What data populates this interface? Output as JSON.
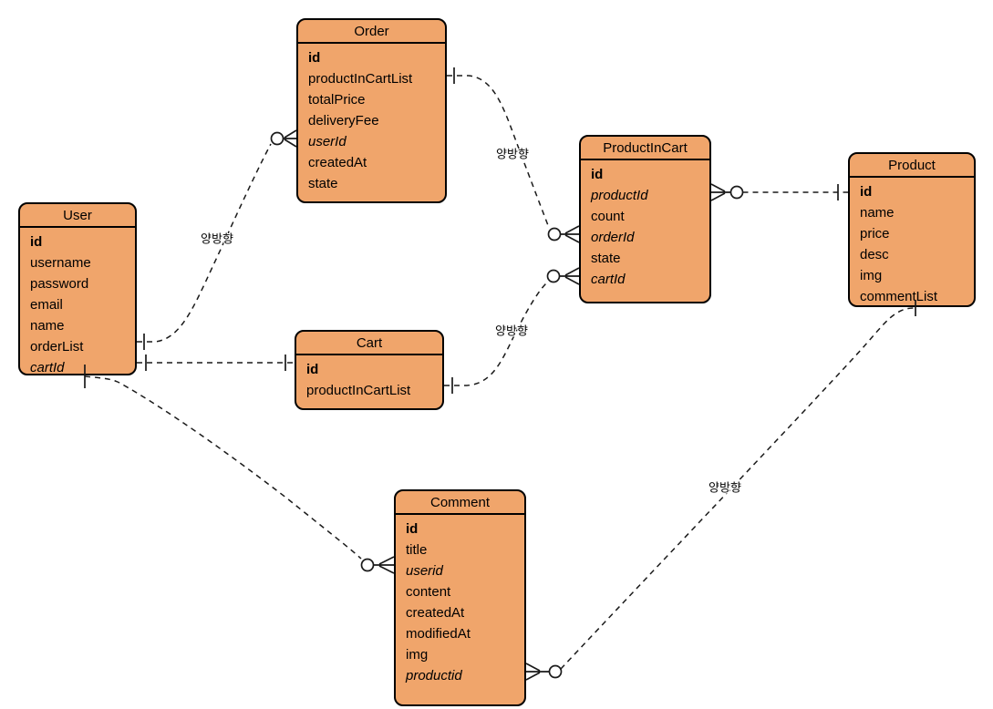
{
  "diagram": {
    "type": "entity-relationship-diagram",
    "background_color": "#ffffff",
    "entity_fill_color": "#F0A56B",
    "entity_border_color": "#000000",
    "line_color": "#1a1a1a"
  },
  "entities": {
    "order": {
      "title": "Order",
      "fields": [
        {
          "name": "id",
          "role": "pk"
        },
        {
          "name": "productInCartList",
          "role": "attr"
        },
        {
          "name": "totalPrice",
          "role": "attr"
        },
        {
          "name": "deliveryFee",
          "role": "attr"
        },
        {
          "name": "userId",
          "role": "fk"
        },
        {
          "name": "createdAt",
          "role": "attr"
        },
        {
          "name": "state",
          "role": "attr"
        }
      ]
    },
    "user": {
      "title": "User",
      "fields": [
        {
          "name": "id",
          "role": "pk"
        },
        {
          "name": "username",
          "role": "attr"
        },
        {
          "name": "password",
          "role": "attr"
        },
        {
          "name": "email",
          "role": "attr"
        },
        {
          "name": "name",
          "role": "attr"
        },
        {
          "name": "orderList",
          "role": "attr"
        },
        {
          "name": "cartId",
          "role": "fk"
        }
      ]
    },
    "cart": {
      "title": "Cart",
      "fields": [
        {
          "name": "id",
          "role": "pk"
        },
        {
          "name": "productInCartList",
          "role": "attr"
        }
      ]
    },
    "productInCart": {
      "title": "ProductInCart",
      "fields": [
        {
          "name": "id",
          "role": "pk"
        },
        {
          "name": "productId",
          "role": "fk"
        },
        {
          "name": "count",
          "role": "attr"
        },
        {
          "name": "orderId",
          "role": "fk"
        },
        {
          "name": "state",
          "role": "attr"
        },
        {
          "name": "cartId",
          "role": "fk"
        }
      ]
    },
    "product": {
      "title": "Product",
      "fields": [
        {
          "name": "id",
          "role": "pk"
        },
        {
          "name": "name",
          "role": "attr"
        },
        {
          "name": "price",
          "role": "attr"
        },
        {
          "name": "desc",
          "role": "attr"
        },
        {
          "name": "img",
          "role": "attr"
        },
        {
          "name": "commentList",
          "role": "attr"
        }
      ]
    },
    "comment": {
      "title": "Comment",
      "fields": [
        {
          "name": "id",
          "role": "pk"
        },
        {
          "name": "title",
          "role": "attr"
        },
        {
          "name": "userid",
          "role": "fk"
        },
        {
          "name": "content",
          "role": "attr"
        },
        {
          "name": "createdAt",
          "role": "attr"
        },
        {
          "name": "modifiedAt",
          "role": "attr"
        },
        {
          "name": "img",
          "role": "attr"
        },
        {
          "name": "productid",
          "role": "fk"
        }
      ]
    }
  },
  "relationships": [
    {
      "from": "User.orderList",
      "to": "Order.userId",
      "from_cardinality": "one",
      "to_cardinality": "zero-or-many",
      "label": "양방향"
    },
    {
      "from": "Order.productInCartList",
      "to": "ProductInCart.orderId",
      "from_cardinality": "one",
      "to_cardinality": "zero-or-many",
      "label": "양방향"
    },
    {
      "from": "User.cartId",
      "to": "Cart.id",
      "from_cardinality": "one",
      "to_cardinality": "one",
      "label": ""
    },
    {
      "from": "Cart.productInCartList",
      "to": "ProductInCart.cartId",
      "from_cardinality": "one",
      "to_cardinality": "zero-or-many",
      "label": "양방향"
    },
    {
      "from": "ProductInCart.productId",
      "to": "Product.id",
      "from_cardinality": "zero-or-many",
      "to_cardinality": "one",
      "label": ""
    },
    {
      "from": "User",
      "to": "Comment.userid",
      "from_cardinality": "one",
      "to_cardinality": "zero-or-many",
      "label": ""
    },
    {
      "from": "Comment.productid",
      "to": "Product.commentList",
      "from_cardinality": "zero-or-many",
      "to_cardinality": "one",
      "label": "양방향"
    }
  ]
}
